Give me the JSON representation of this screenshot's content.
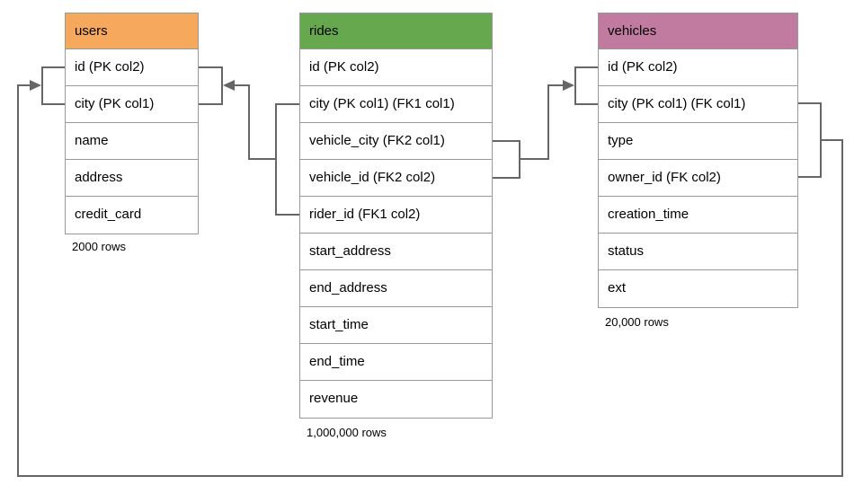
{
  "tables": [
    {
      "name": "users",
      "header_color": "#F6A85C",
      "rows": [
        "id (PK col2)",
        "city (PK col1)",
        "name",
        "address",
        "credit_card"
      ],
      "row_count": "2000 rows"
    },
    {
      "name": "rides",
      "header_color": "#66A84E",
      "rows": [
        "id (PK col2)",
        "city (PK col1) (FK1 col1)",
        "vehicle_city (FK2 col1)",
        "vehicle_id (FK2 col2)",
        "rider_id (FK1 col2)",
        "start_address",
        "end_address",
        "start_time",
        "end_time",
        "revenue"
      ],
      "row_count": "1,000,000 rows"
    },
    {
      "name": "vehicles",
      "header_color": "#C27BA0",
      "rows": [
        "id (PK col2)",
        "city (PK col1) (FK col1)",
        "type",
        "owner_id (FK col2)",
        "creation_time",
        "status",
        "ext"
      ],
      "row_count": "20,000 rows"
    }
  ],
  "relationships": [
    {
      "name": "rides-to-users",
      "from_table": "rides",
      "from_columns": [
        "city (FK1 col1)",
        "rider_id (FK1 col2)"
      ],
      "to_table": "users",
      "to_columns": [
        "id (PK col2)",
        "city (PK col1)"
      ]
    },
    {
      "name": "rides-to-vehicles",
      "from_table": "rides",
      "from_columns": [
        "vehicle_city (FK2 col1)",
        "vehicle_id (FK2 col2)"
      ],
      "to_table": "vehicles",
      "to_columns": [
        "id (PK col2)",
        "city (PK col1)"
      ]
    },
    {
      "name": "vehicles-to-users",
      "from_table": "vehicles",
      "from_columns": [
        "city (FK col1)",
        "owner_id (FK col2)"
      ],
      "to_table": "users",
      "to_columns": [
        "id (PK col2)",
        "city (PK col1)"
      ]
    }
  ],
  "colors": {
    "line": "#666666",
    "border": "#999999",
    "background": "#FFFFFF",
    "text": "#000000"
  }
}
